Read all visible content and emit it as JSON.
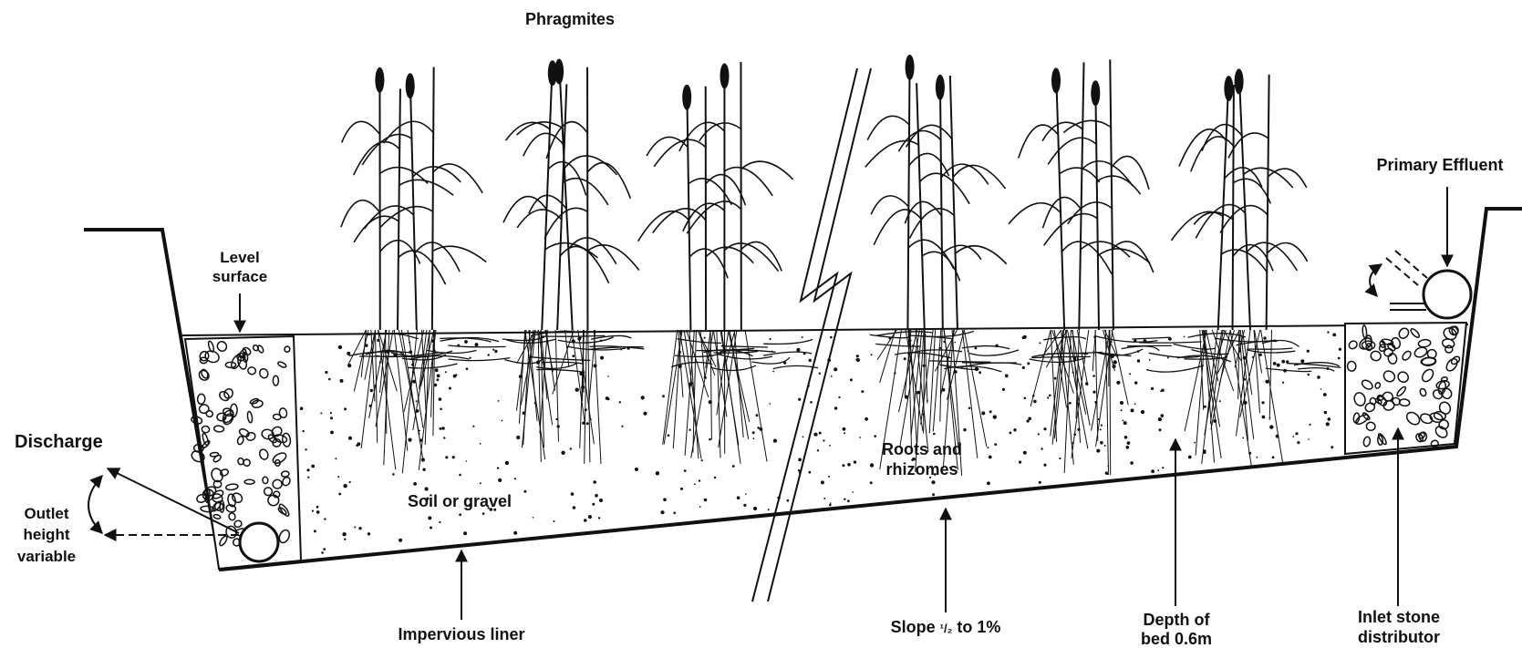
{
  "diagram": {
    "labels": {
      "plant": "Phragmites",
      "primary_effluent": "Primary Effluent",
      "level_surface_1": "Level",
      "level_surface_2": "surface",
      "discharge": "Discharge",
      "outlet_1": "Outlet",
      "outlet_2": "height",
      "outlet_3": "variable",
      "soil": "Soil or gravel",
      "roots_1": "Roots and",
      "roots_2": "rhizomes",
      "liner": "Impervious liner",
      "slope_prefix": "Slope ",
      "slope_frac": "¹/₂",
      "slope_suffix": " to 1%",
      "depth_1": "Depth of",
      "depth_2": "bed 0.6m",
      "inlet_1": "Inlet stone",
      "inlet_2": "distributor"
    },
    "line_color": "#111111",
    "background": "#ffffff"
  }
}
